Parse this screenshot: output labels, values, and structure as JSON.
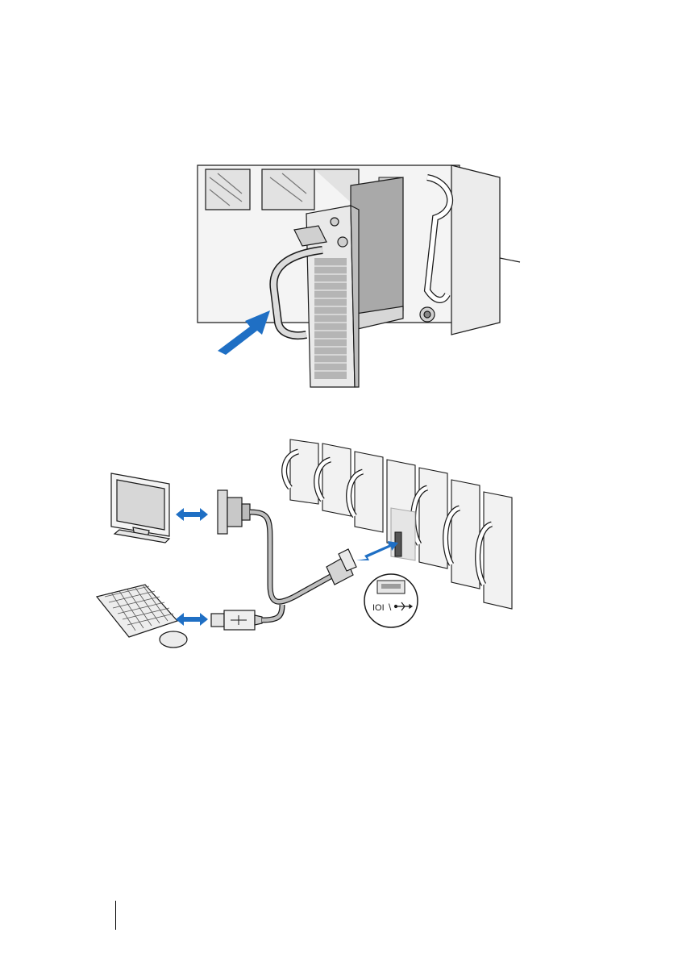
{
  "colors": {
    "arrow_blue": "#1f6fc4",
    "line": "#1a1a1a",
    "metal_light": "#e6e6e6",
    "metal_mid": "#bdbdbd",
    "metal_dark": "#8a8a8a",
    "screen": "#d7d7d7"
  },
  "figure_1": {
    "icons": [
      "server-node-sled",
      "push-arrow",
      "chassis-bay"
    ]
  },
  "figure_2": {
    "icons": [
      "monitor-icon",
      "keyboard-icon",
      "mouse-icon",
      "vga-connector-icon",
      "usb-connector-icon",
      "dongle-cable",
      "port-callout",
      "chassis-front"
    ],
    "callout_symbols": [
      "IOI",
      "\\"
    ]
  }
}
